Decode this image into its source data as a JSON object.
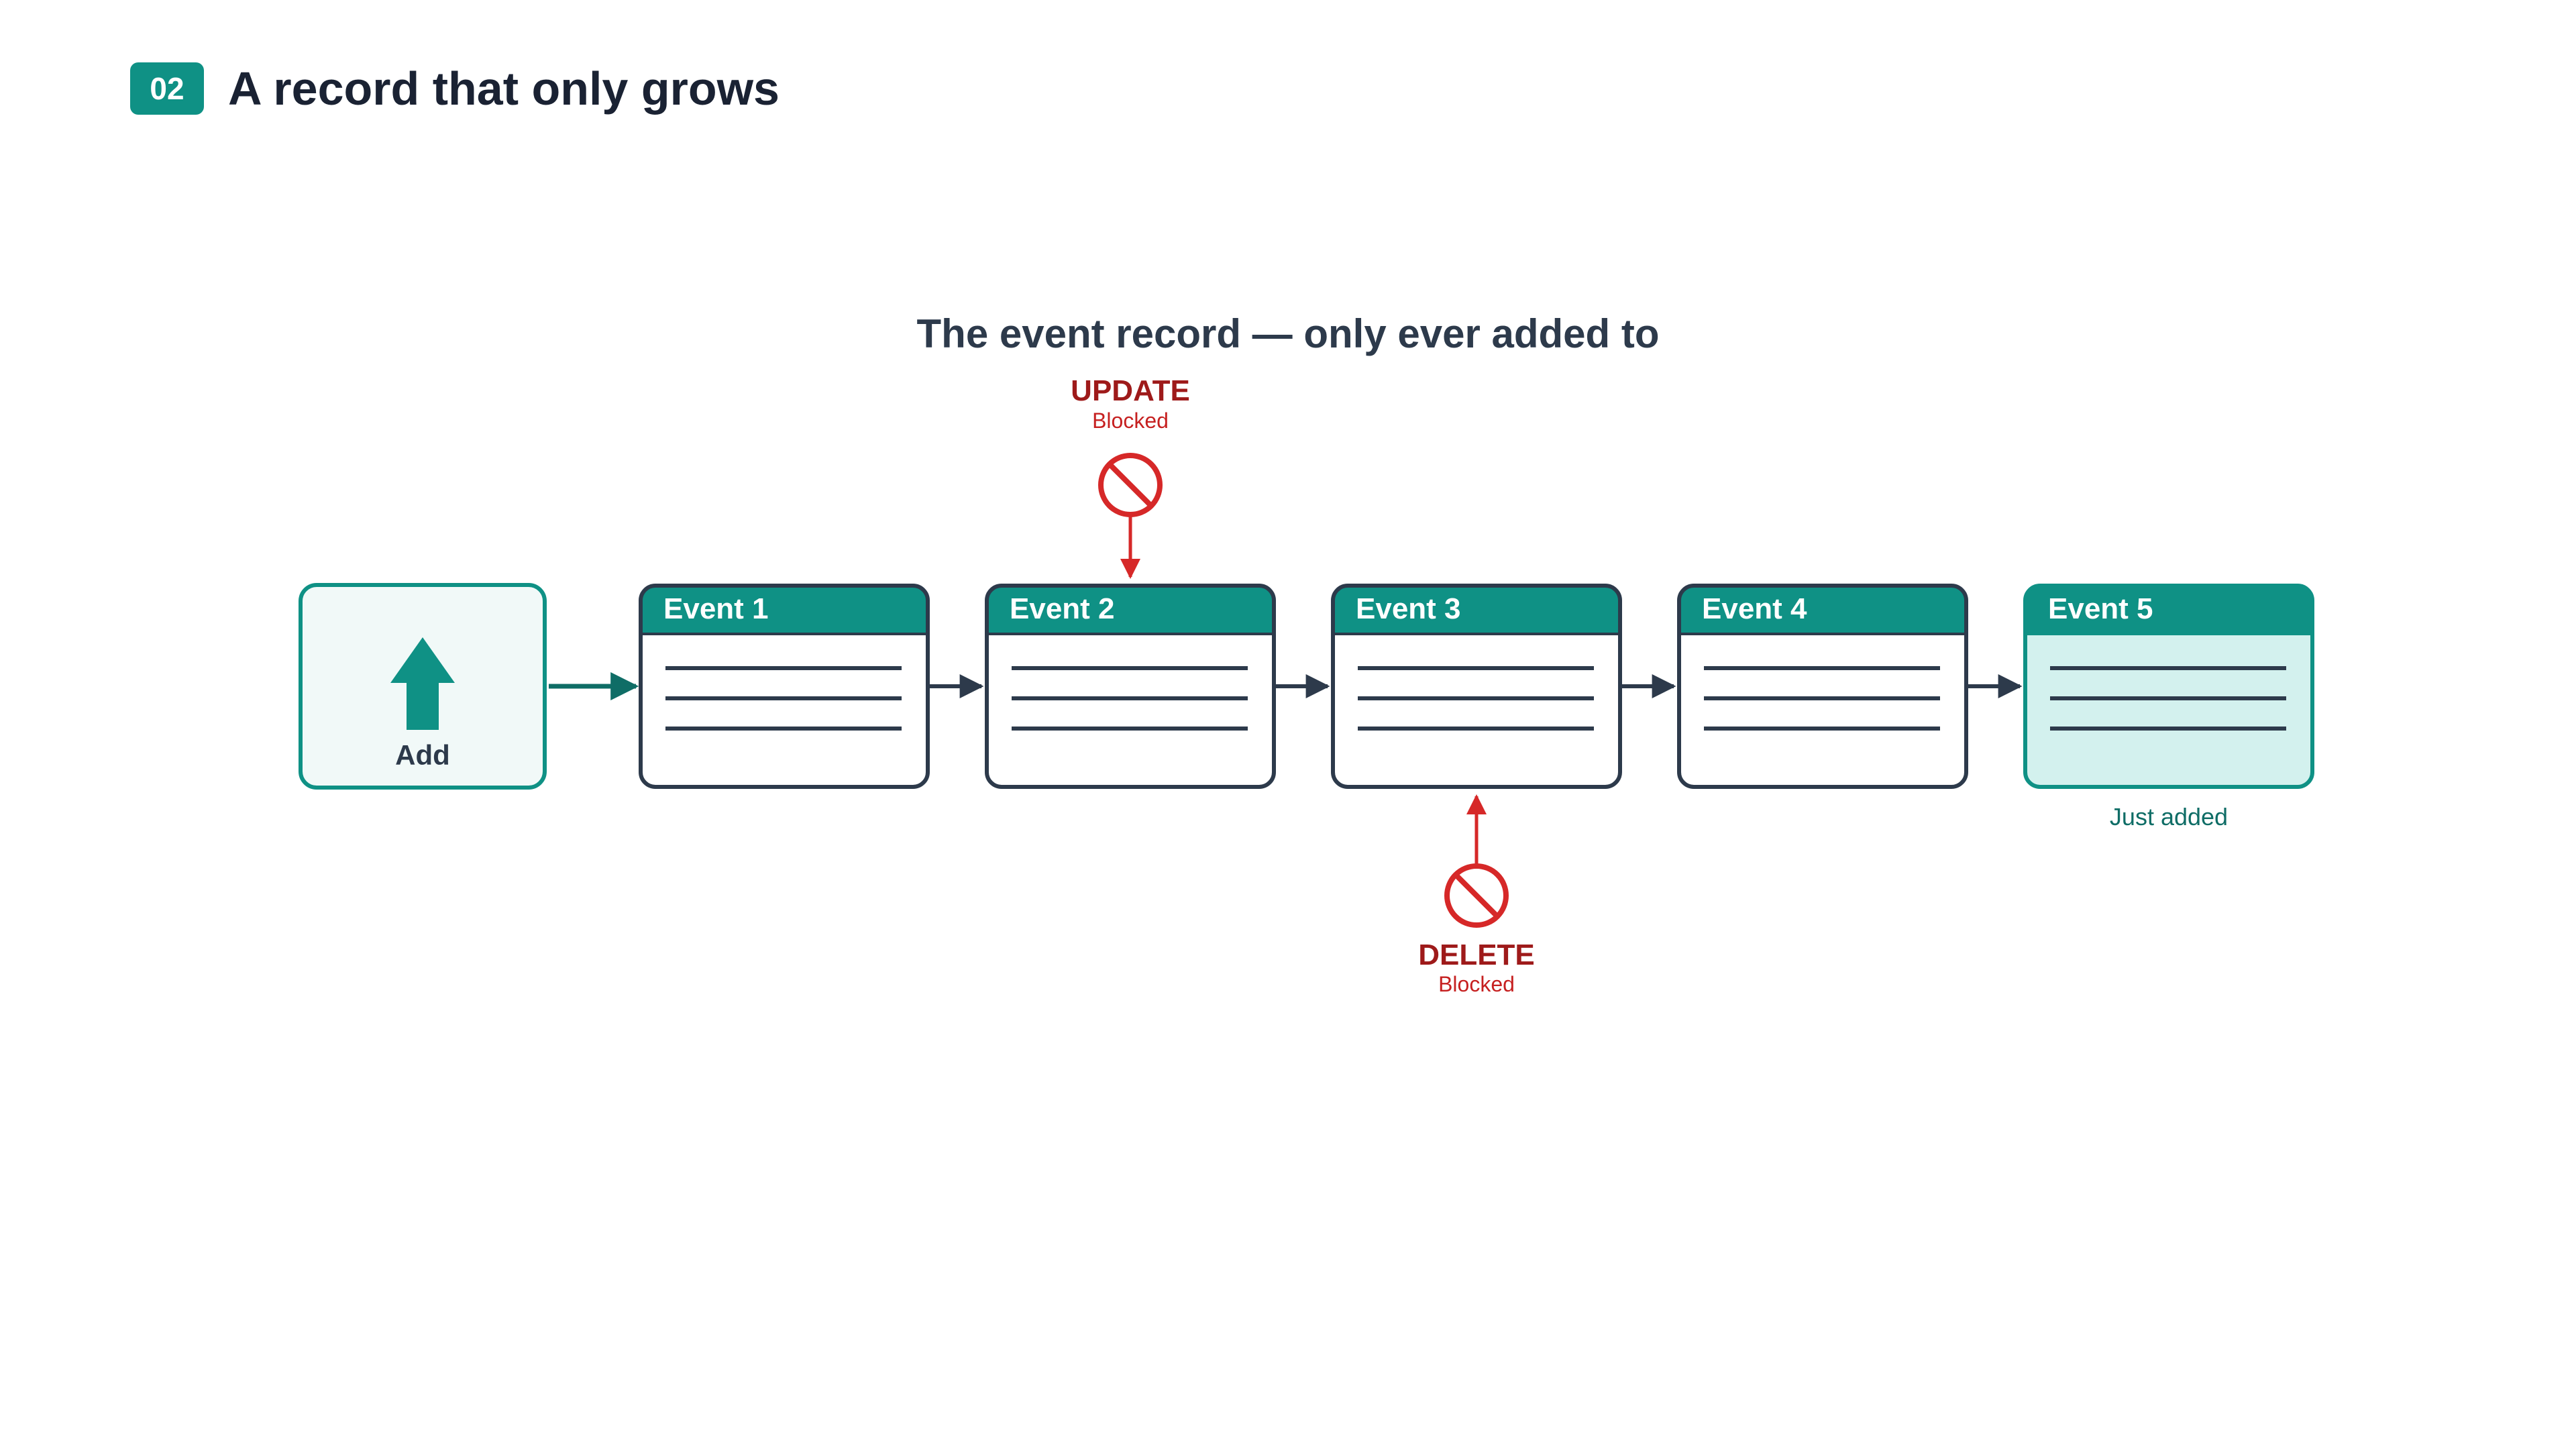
{
  "header": {
    "badge": "02",
    "title": "A record that only grows"
  },
  "diagram": {
    "title": "The event record — only ever added to",
    "add_label": "Add",
    "events": [
      {
        "label": "Event 1"
      },
      {
        "label": "Event 2"
      },
      {
        "label": "Event 3"
      },
      {
        "label": "Event 4"
      },
      {
        "label": "Event 5"
      }
    ],
    "highlight_note": "Just added",
    "update": {
      "label": "UPDATE",
      "status": "Blocked"
    },
    "delete": {
      "label": "DELETE",
      "status": "Blocked"
    }
  },
  "colors": {
    "teal": "#0f9185",
    "teal_light_fill": "#f1f9f8",
    "teal_highlight_fill": "#d3f1ee",
    "dark_navy": "#2d3a4b",
    "block_red": "#d62828",
    "label_red": "#9e1a1a"
  },
  "icons": {
    "add": "arrow-up-icon",
    "blocked": "prohibited-icon"
  }
}
